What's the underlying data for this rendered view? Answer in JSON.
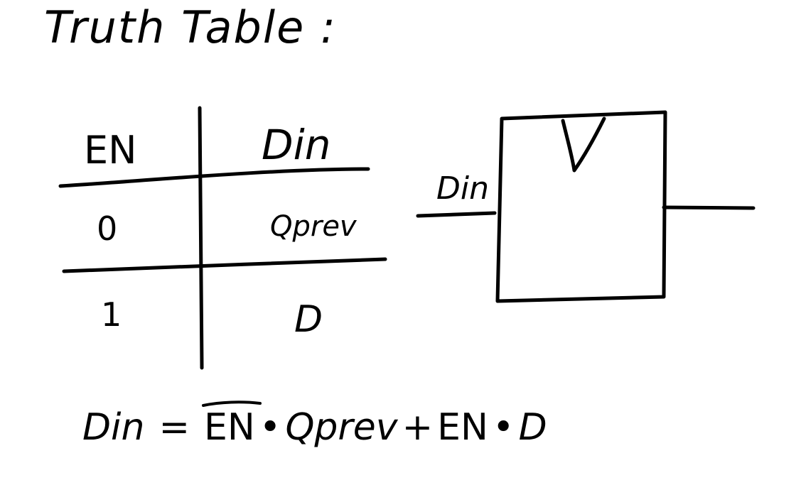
{
  "title": "Truth Table :",
  "truth_table": {
    "headers": [
      "EN",
      "Din"
    ],
    "rows": [
      [
        "0",
        "Qprev"
      ],
      [
        "1",
        "D"
      ]
    ]
  },
  "flipflop": {
    "input_label": "Din"
  },
  "equation": {
    "lhs": "Din",
    "equals": "=",
    "term1_var": "EN",
    "dot1": "•",
    "term1_rest": "Qprev",
    "plus": "+",
    "term2_var": "EN",
    "dot2": "•",
    "term2_rest": "D"
  }
}
